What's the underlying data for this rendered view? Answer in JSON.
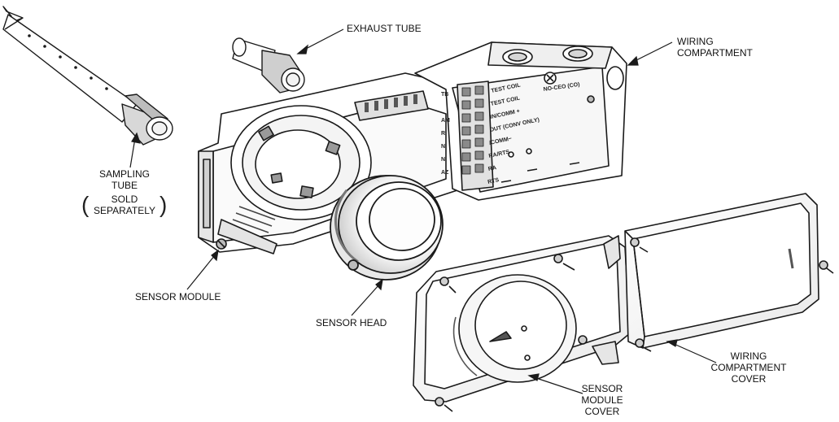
{
  "labels": {
    "exhaust_tube": "EXHAUST TUBE",
    "wiring_compartment": [
      "WIRING",
      "COMPARTMENT"
    ],
    "sampling_tube": [
      "SAMPLING",
      "TUBE"
    ],
    "sold_separately": [
      "SOLD",
      "SEPARATELY"
    ],
    "sensor_module": "SENSOR MODULE",
    "sensor_head": "SENSOR HEAD",
    "wiring_compartment_cover": [
      "WIRING",
      "COMPARTMENT",
      "COVER"
    ],
    "sensor_module_cover": [
      "SENSOR",
      "MODULE",
      "COVER"
    ]
  },
  "terminals": [
    "TEST COIL",
    "TEST COIL",
    "IN/COMM +",
    "OUT (CONV ONLY)",
    "/COMM−",
    "RA/RTS",
    "RA",
    "RTS"
  ],
  "terminal_side_marks": [
    "TB",
    "",
    "AM",
    "R",
    "N",
    "N",
    "AZ",
    ""
  ],
  "jumper_label": "NO-CEO (CO)",
  "colors": {
    "line": "#1a1a1a",
    "fill": "#ffffff",
    "shade": "#dcdcdc",
    "dark": "#555555"
  }
}
